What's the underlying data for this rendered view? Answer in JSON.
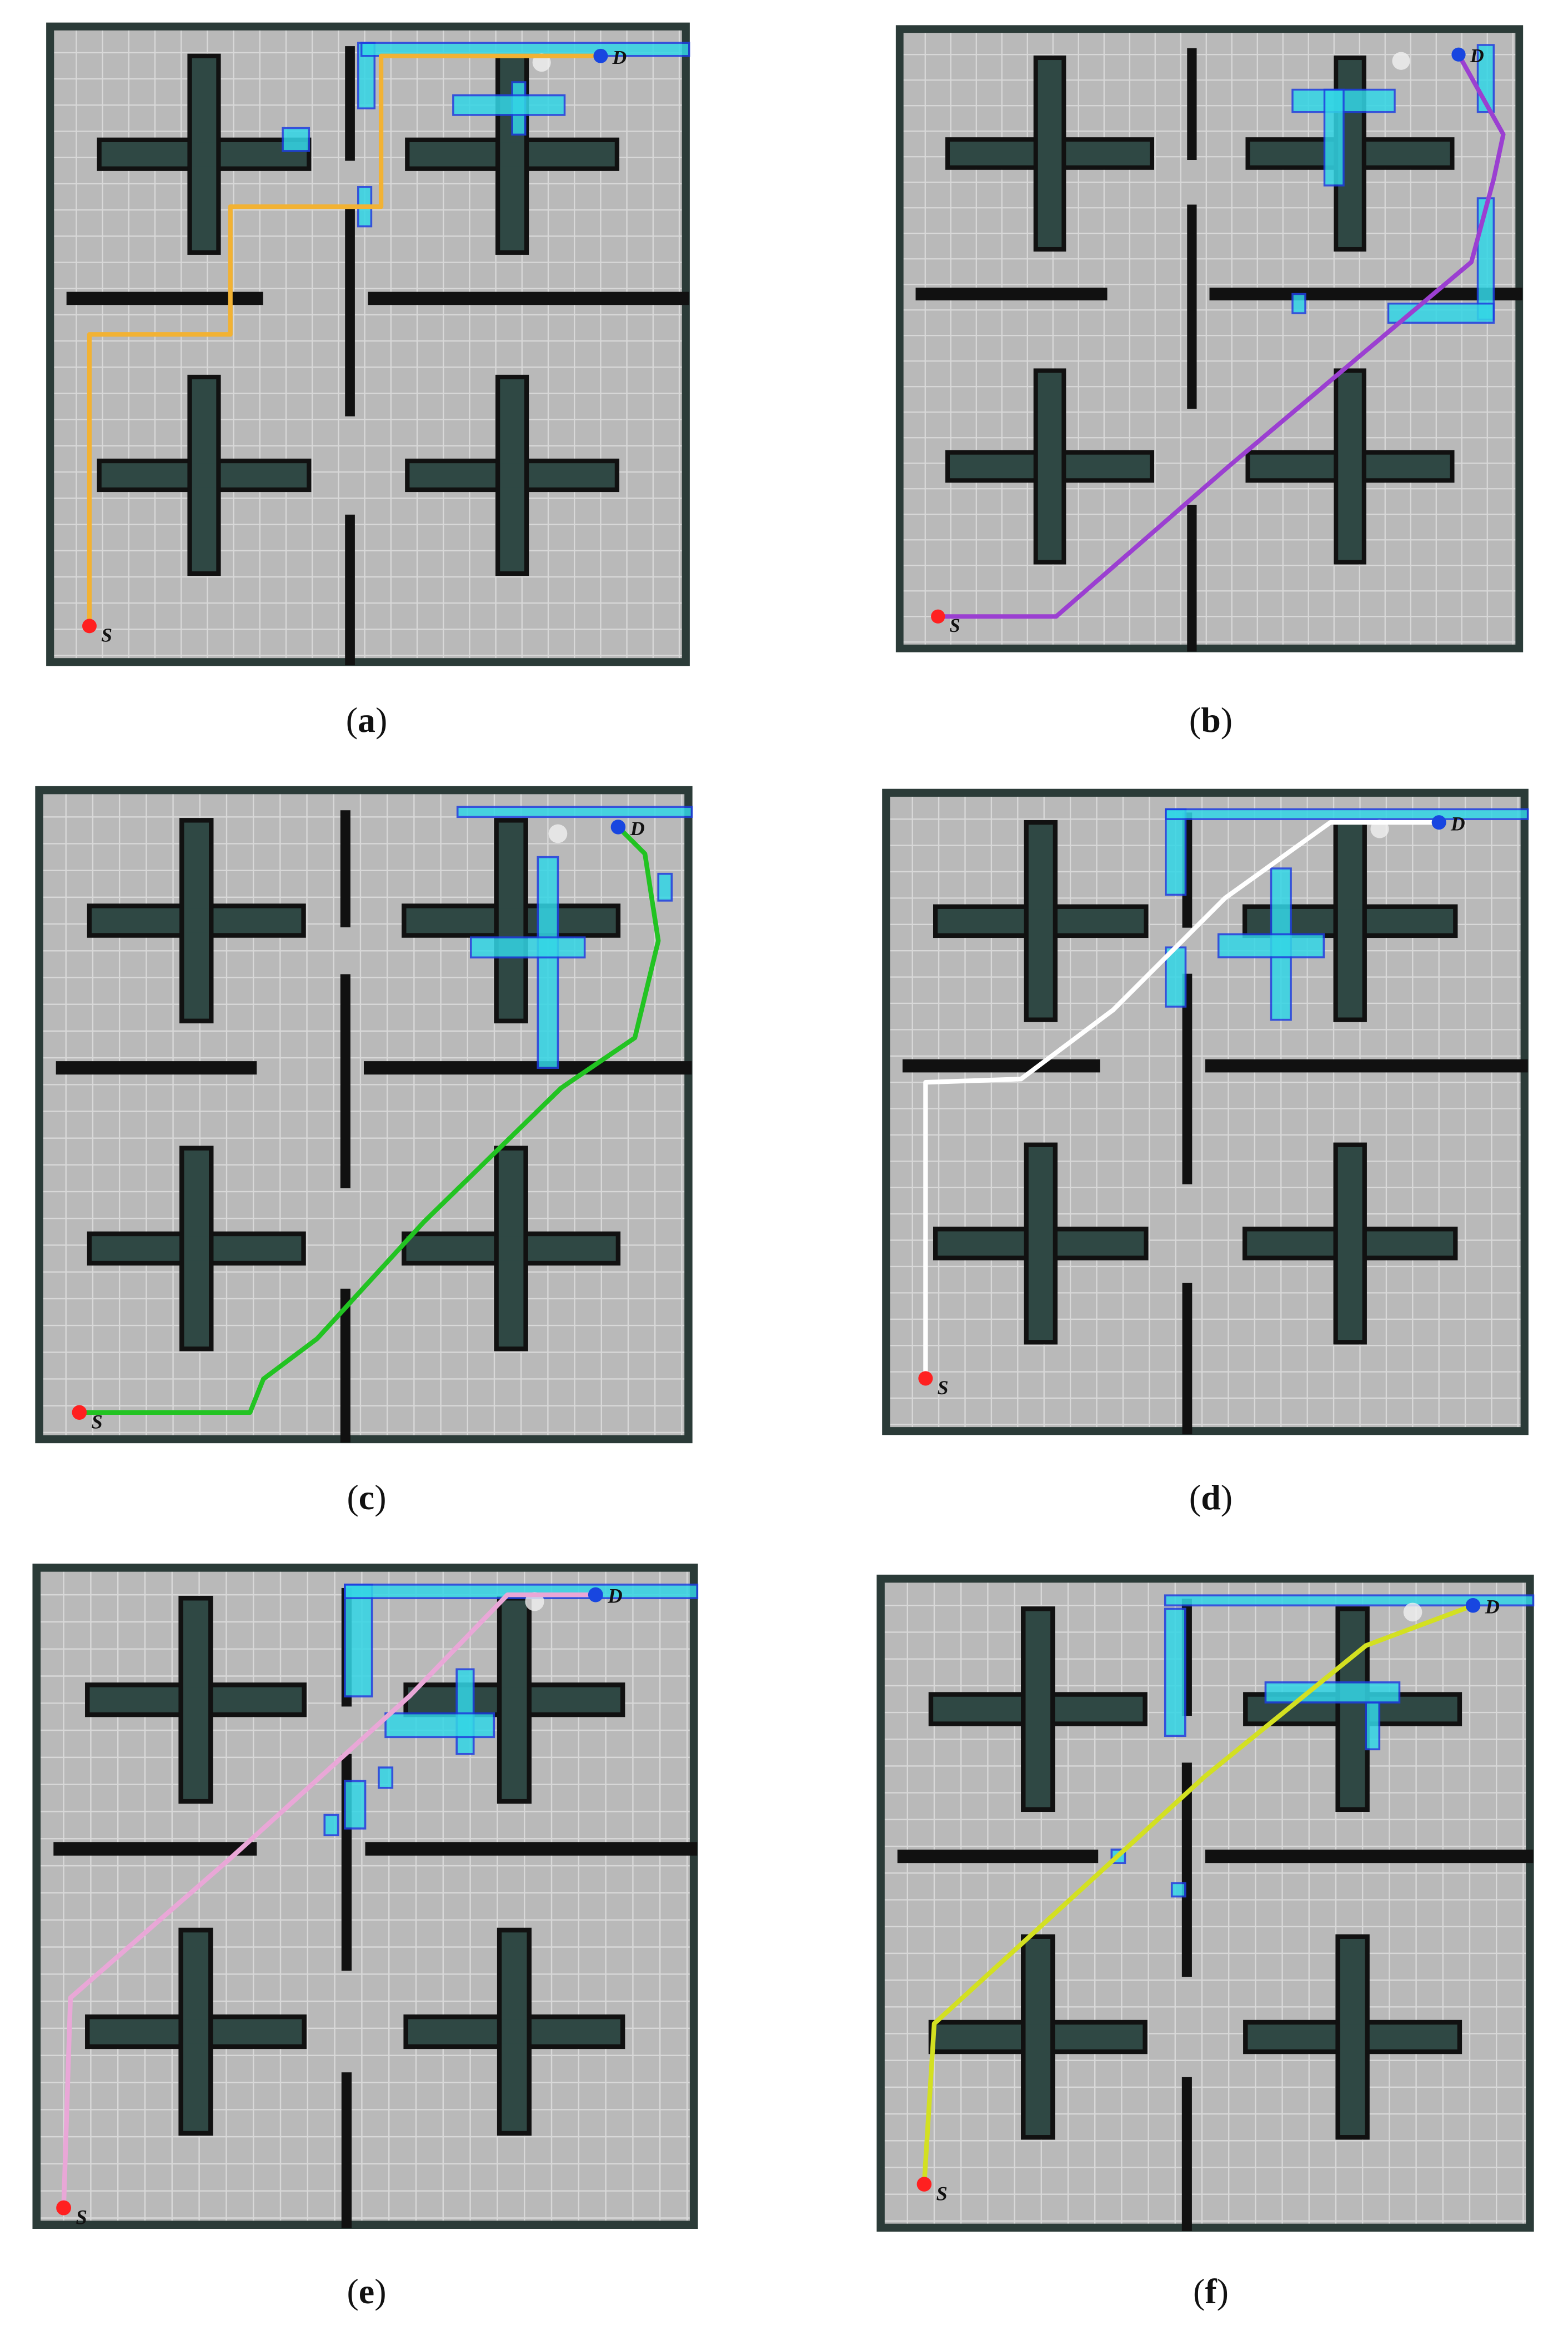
{
  "figure": {
    "panels": [
      {
        "id": "a",
        "caption_letter": "a",
        "start_label": "S",
        "dest_label": "D",
        "path_color": "#f2b233"
      },
      {
        "id": "b",
        "caption_letter": "b",
        "start_label": "S",
        "dest_label": "D",
        "path_color": "#9b3fd1"
      },
      {
        "id": "c",
        "caption_letter": "c",
        "start_label": "S",
        "dest_label": "D",
        "path_color": "#22c322"
      },
      {
        "id": "d",
        "caption_letter": "d",
        "start_label": "S",
        "dest_label": "D",
        "path_color": "#ffffff"
      },
      {
        "id": "e",
        "caption_letter": "e",
        "start_label": "S",
        "dest_label": "D",
        "path_color": "#e9a7d7"
      },
      {
        "id": "f",
        "caption_letter": "f",
        "start_label": "S",
        "dest_label": "D",
        "path_color": "#d3e021"
      }
    ],
    "colors": {
      "floor": "#b9b9b9",
      "grid": "#d8d8d8",
      "wall": "#111111",
      "obstacle_fill": "#2f4844",
      "inflation": "#33d6e6",
      "detected_edge": "#1d3fe0",
      "start_marker": "#ff2020",
      "dest_marker": "#1846e0"
    }
  }
}
